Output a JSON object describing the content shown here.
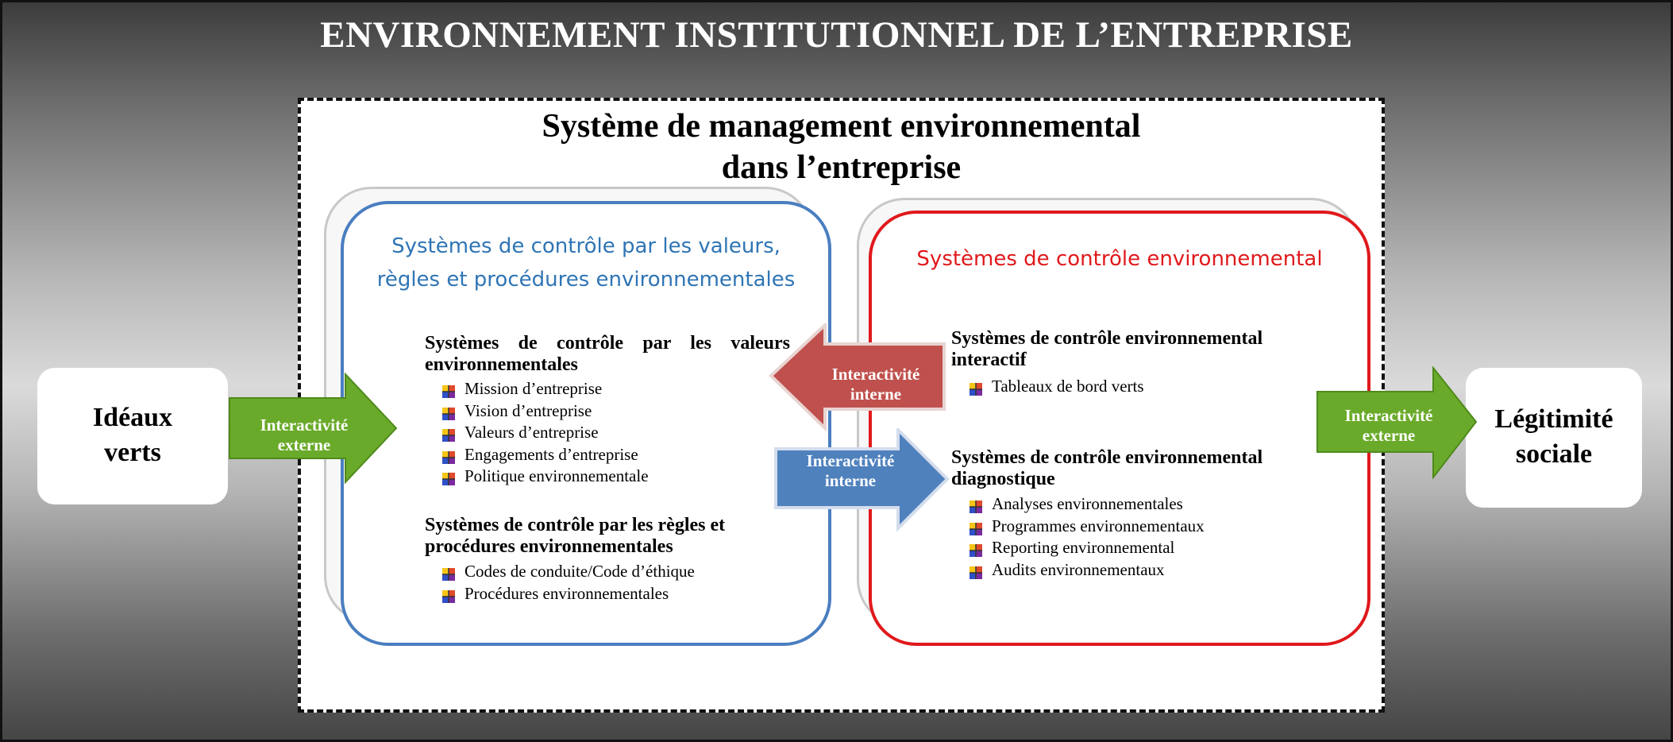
{
  "diagram": {
    "outer_title": "ENVIRONNEMENT INSTITUTIONNEL DE L’ENTREPRISE",
    "inner_title": [
      "Système de management environnemental",
      "dans l’entreprise"
    ],
    "left_box": {
      "lines": [
        "Idéaux",
        "verts"
      ]
    },
    "right_box": {
      "lines": [
        "Légitimité",
        "sociale"
      ]
    },
    "left_panel": {
      "title": [
        "Systèmes de contrôle par les valeurs,",
        "règles et procédures environnementales"
      ],
      "title_color": "#2f75b5",
      "border_color": "#4a7ec0",
      "sections": [
        {
          "title": [
            "Systèmes de contrôle par les valeurs",
            "environnementales"
          ],
          "items": [
            "Mission d’entreprise",
            "Vision d’entreprise",
            "Valeurs d’entreprise",
            "Engagements d’entreprise",
            "Politique environnementale"
          ]
        },
        {
          "title": [
            "Systèmes de contrôle par les règles et",
            "procédures environnementales"
          ],
          "items": [
            "Codes de conduite/Code d’éthique",
            "Procédures environnementales"
          ]
        }
      ]
    },
    "right_panel": {
      "title": [
        "Systèmes de contrôle environnemental"
      ],
      "title_color": "#e0191c",
      "border_color": "#e0191c",
      "sections": [
        {
          "title": [
            "Systèmes de contrôle environnemental",
            "interactif"
          ],
          "items": [
            "Tableaux de bord verts"
          ]
        },
        {
          "title": [
            "Systèmes de contrôle environnemental",
            "diagnostique"
          ],
          "items": [
            "Analyses environnementales",
            "Programmes environnementaux",
            "Reporting environnemental",
            "Audits environnementaux"
          ]
        }
      ]
    },
    "arrows": {
      "external_left": {
        "lines": [
          "Interactivité",
          "externe"
        ],
        "color": "#6aaa2a"
      },
      "internal_top": {
        "lines": [
          "Interactivité",
          "interne"
        ],
        "color": "#c0504d"
      },
      "internal_bottom": {
        "lines": [
          "Interactivité",
          "interne"
        ],
        "color": "#4f81bd"
      },
      "external_right": {
        "lines": [
          "Interactivité",
          "externe"
        ],
        "color": "#6aaa2a"
      }
    },
    "bullet_icon": "colored-quad-bullet-icon"
  }
}
